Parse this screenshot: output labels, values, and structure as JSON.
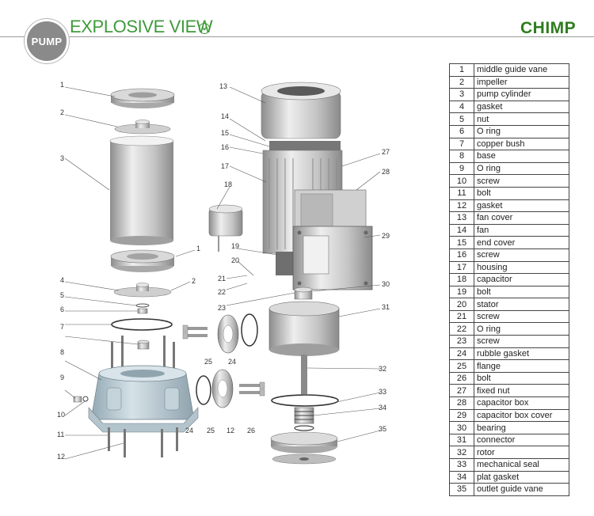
{
  "header": {
    "badge": "PUMP",
    "title": "EXPLOSIVE VIEW",
    "logo": "CHIMP",
    "colors": {
      "title_green": "#3f9a3a",
      "logo_green": "#2e7d1e",
      "badge_gray": "#8a8a8a"
    }
  },
  "diagram": {
    "callouts": {
      "c1a": "1",
      "c2a": "2",
      "c3": "3",
      "c1b": "1",
      "c2b": "2",
      "c4": "4",
      "c5": "5",
      "c6": "6",
      "c7": "7",
      "c8": "8",
      "c9": "9",
      "c10": "10",
      "c11": "11",
      "c12a": "12",
      "c13": "13",
      "c14": "14",
      "c15": "15",
      "c16": "16",
      "c17": "17",
      "c18": "18",
      "c19": "19",
      "c20": "20",
      "c21": "21",
      "c22": "22",
      "c23": "23",
      "c24a": "24",
      "c25a": "25",
      "c24b": "24",
      "c25b": "25",
      "c12b": "12",
      "c26": "26",
      "c27": "27",
      "c28": "28",
      "c29": "29",
      "c30": "30",
      "c31": "31",
      "c32": "32",
      "c33": "33",
      "c34": "34",
      "c35": "35"
    }
  },
  "parts": [
    {
      "no": "1",
      "name": "middle guide vane"
    },
    {
      "no": "2",
      "name": "impeller"
    },
    {
      "no": "3",
      "name": "pump cylinder"
    },
    {
      "no": "4",
      "name": "gasket"
    },
    {
      "no": "5",
      "name": "nut"
    },
    {
      "no": "6",
      "name": "O ring"
    },
    {
      "no": "7",
      "name": "copper bush"
    },
    {
      "no": "8",
      "name": "base"
    },
    {
      "no": "9",
      "name": "O ring"
    },
    {
      "no": "10",
      "name": "screw"
    },
    {
      "no": "11",
      "name": "bolt"
    },
    {
      "no": "12",
      "name": "gasket"
    },
    {
      "no": "13",
      "name": "fan cover"
    },
    {
      "no": "14",
      "name": "fan"
    },
    {
      "no": "15",
      "name": "end cover"
    },
    {
      "no": "16",
      "name": "screw"
    },
    {
      "no": "17",
      "name": "housing"
    },
    {
      "no": "18",
      "name": "capacitor"
    },
    {
      "no": "19",
      "name": "bolt"
    },
    {
      "no": "20",
      "name": "stator"
    },
    {
      "no": "21",
      "name": "screw"
    },
    {
      "no": "22",
      "name": "O ring"
    },
    {
      "no": "23",
      "name": "screw"
    },
    {
      "no": "24",
      "name": "rubble gasket"
    },
    {
      "no": "25",
      "name": "flange"
    },
    {
      "no": "26",
      "name": "bolt"
    },
    {
      "no": "27",
      "name": "fixed nut"
    },
    {
      "no": "28",
      "name": "capacitor box"
    },
    {
      "no": "29",
      "name": "capacitor box cover"
    },
    {
      "no": "30",
      "name": "bearing"
    },
    {
      "no": "31",
      "name": "connector"
    },
    {
      "no": "32",
      "name": "rotor"
    },
    {
      "no": "33",
      "name": "mechanical seal"
    },
    {
      "no": "34",
      "name": "plat gasket"
    },
    {
      "no": "35",
      "name": "outlet guide vane"
    }
  ]
}
